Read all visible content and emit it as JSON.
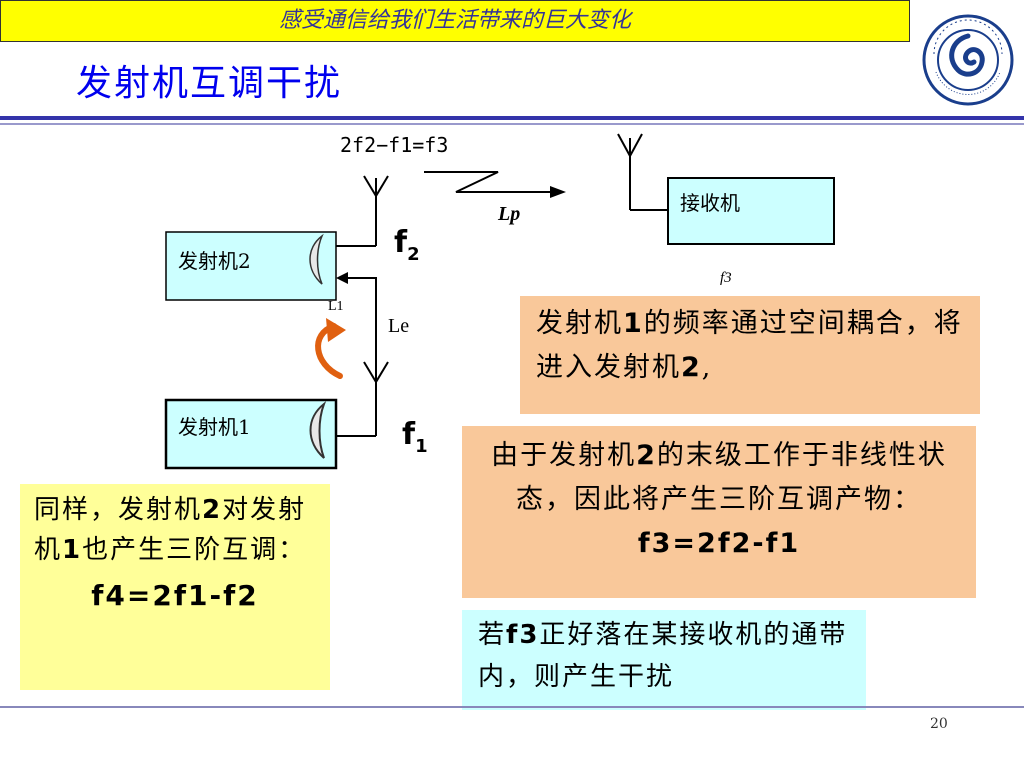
{
  "banner": {
    "text": "感受通信给我们生活带来的巨大变化"
  },
  "title": "发射机互调干扰",
  "logo": {
    "name": "university-logo",
    "ring_text": "SHANDONG UNIVERSITY OF TECHNOLOGY"
  },
  "diagram": {
    "equation_top": "2f2−f1=f3",
    "path_label": "Lp",
    "receiver_label": "接收机",
    "receiver_freq": "f3",
    "tx2_label": "发射机2",
    "tx1_label": "发射机1",
    "f2_main": "f",
    "f2_sub": "2",
    "f1_main": "f",
    "f1_sub": "1",
    "l1_label": "L1",
    "le_label": "Le"
  },
  "notes": {
    "note1": {
      "p1": "发射机",
      "b1": "1",
      "p2": "的频率通过空间耦合，将进入发射机",
      "b2": "2",
      "p3": ","
    },
    "note2": {
      "p1": "由于发射机",
      "b1": "2",
      "p2": "的末级工作于非线性状态，因此将产生三阶互调产物：",
      "formula": "f3=2f2-f1"
    },
    "note3": {
      "p1": "同样，发射机",
      "b1": "2",
      "p2": "对发射机",
      "b2": "1",
      "p3": "也产生三阶互调：",
      "formula": "f4=2f1-f2"
    },
    "note4": {
      "p1": "若",
      "b1": "f3",
      "p2": "正好落在某接收机的通带内，则产生干扰"
    }
  },
  "page_number": "20",
  "colors": {
    "banner_bg": "#ffff00",
    "banner_text": "#333399",
    "title": "#0000ee",
    "tx_box": "#ccffff",
    "note_orange": "#f9c89a",
    "note_yellow": "#ffff99",
    "note_cyan": "#ccffff",
    "arrow_orange": "#e06010"
  }
}
